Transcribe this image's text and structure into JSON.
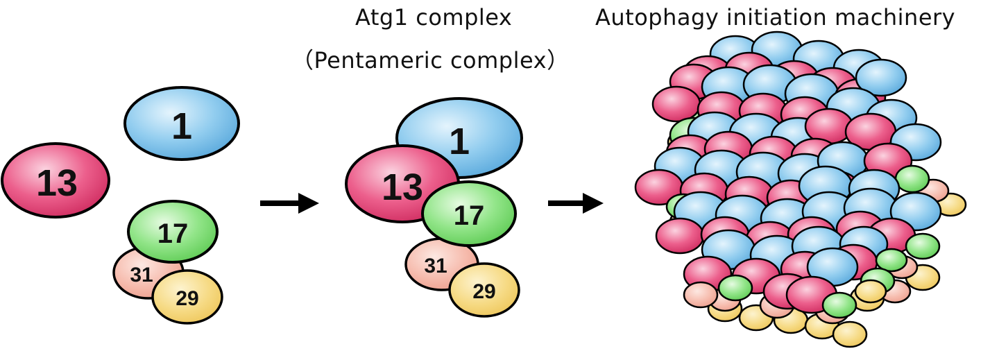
{
  "titles": {
    "complex": "Atg1 complex",
    "pentameric": "（Pentameric complex）",
    "machinery": "Autophagy initiation machinery"
  },
  "subunits": {
    "atg1": "1",
    "atg13": "13",
    "atg17": "17",
    "atg31": "31",
    "atg29": "29"
  },
  "colors": {
    "atg1": "#7ec3ec",
    "atg13": "#e8477a",
    "atg17": "#86e07c",
    "atg31": "#f4b6a6",
    "atg29": "#f5d67a",
    "outline": "#000000"
  },
  "icons": {
    "arrow": "right-arrow-icon"
  }
}
